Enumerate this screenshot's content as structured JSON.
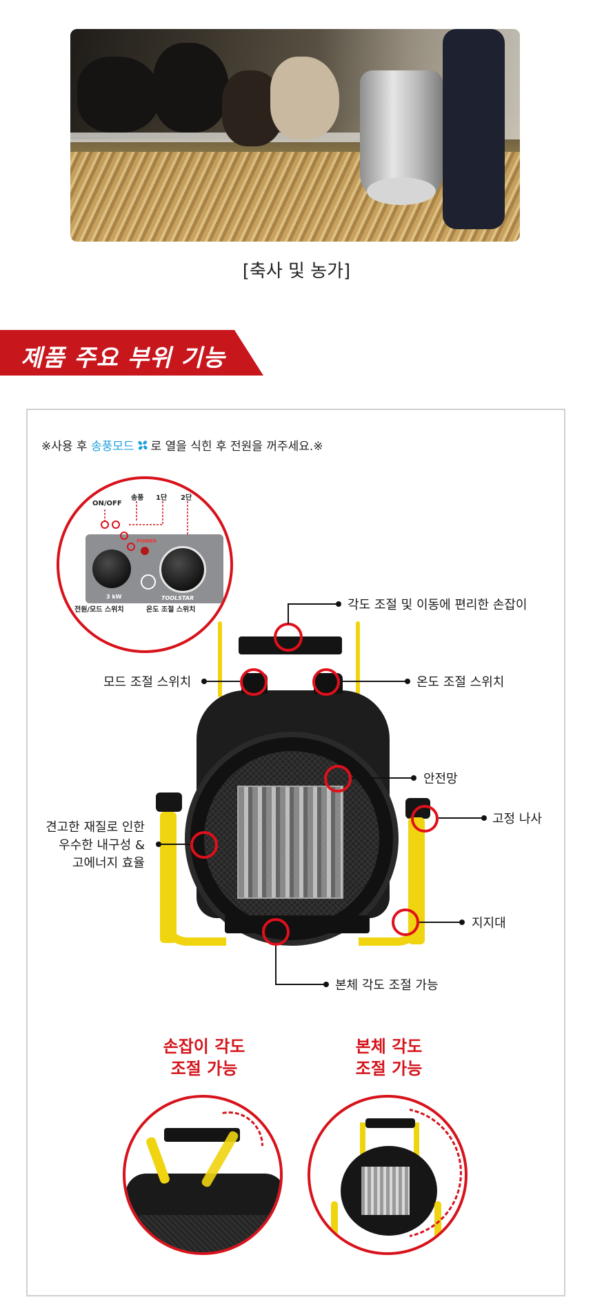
{
  "photo_caption": "[축사 및 농가]",
  "section_title": "제품 주요 부위 기능",
  "notice": {
    "prefix": "※사용 후 ",
    "highlight": "송풍모드",
    "suffix": "로 열을 식힌 후 전원을 꺼주세요.※"
  },
  "control_panel": {
    "onoff": "ON/OFF",
    "fan": "송풍",
    "level1": "1단",
    "level2": "2단",
    "power_indicator": "POWER",
    "power_rating": "3 kW",
    "brand": "TOOLSTAR",
    "power_mode_switch": "전원/모드 스위치",
    "temp_switch": "온도 조절 스위치"
  },
  "callouts": {
    "handle": "각도 조절 및 이동에 편리한 손잡이",
    "mode_switch": "모드 조절 스위치",
    "temp_switch": "온도 조절 스위치",
    "safety_net": "안전망",
    "fixing_screw": "고정 나사",
    "durability_line1": "견고한 재질로 인한",
    "durability_line2": "우수한 내구성 &",
    "durability_line3": "고에너지 효율",
    "stand": "지지대",
    "body_angle": "본체 각도 조절 가능"
  },
  "bottom": {
    "handle_title_1": "손잡이 각도",
    "handle_title_2": "조절 가능",
    "body_title_1": "본체 각도",
    "body_title_2": "조절 가능"
  },
  "colors": {
    "accent_red": "#c8161d",
    "highlight_blue": "#1aa0e0",
    "heater_yellow": "#f0d410"
  }
}
